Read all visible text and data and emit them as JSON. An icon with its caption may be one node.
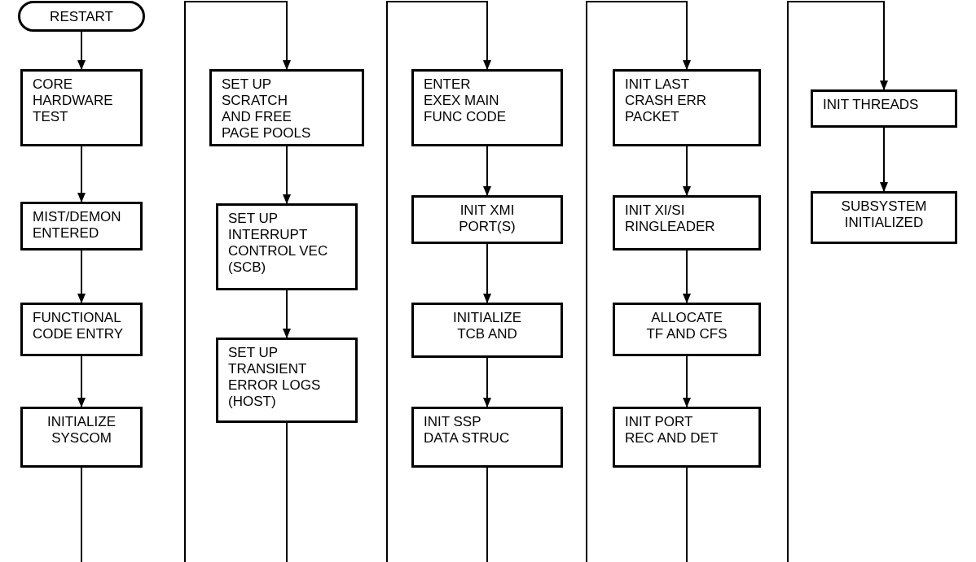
{
  "diagram": {
    "nodes": [
      {
        "text": [
          "RESTART"
        ]
      },
      {
        "text": [
          "CORE HARDWARE TEST"
        ]
      },
      {
        "text": [
          "MIST/DEMON ENTERED"
        ]
      },
      {
        "text": [
          "FUNCTIONAL CODE ENTRY"
        ]
      },
      {
        "text": [
          "INITIALIZE SYSCOM"
        ]
      },
      {
        "text": [
          "SET UP SCRATCH AND FREE PAGE POOLS"
        ]
      },
      {
        "text": [
          "SET UP INTERRUPT CONTROL VEC (SCB)"
        ]
      },
      {
        "text": [
          "SET UP TRANSIENT ERROR LOGS (HOST)"
        ]
      },
      {
        "text": [
          "ENTER EXEX MAIN FUNC CODE"
        ]
      },
      {
        "text": [
          "INIT XMI PORT(S)"
        ]
      },
      {
        "text": [
          "INITIALIZE TCB AND"
        ]
      },
      {
        "text": [
          "INIT SSP DATA STRUC"
        ]
      },
      {
        "text": [
          "INIT LAST CRASH ERR PACKET"
        ]
      },
      {
        "text": [
          "INIT XI/SI RINGLEADER"
        ]
      },
      {
        "text": [
          "ALLOCATE TF AND CFS"
        ]
      },
      {
        "text": [
          "INIT PORT REC AND DET"
        ]
      },
      {
        "text": [
          "INIT THREADS"
        ]
      },
      {
        "text": [
          "SUBSYSTEM INITIALIZED"
        ]
      }
    ],
    "edges": [
      {
        "from": 0,
        "to": 1,
        "arrow": "to"
      },
      {
        "from": 1,
        "to": 2,
        "arrow": "to"
      },
      {
        "from": 2,
        "to": 3,
        "arrow": "to"
      },
      {
        "from": 3,
        "to": 4,
        "arrow": "to"
      },
      {
        "from": 4,
        "to": null,
        "arrow": "none"
      },
      {
        "from": null,
        "to": 5,
        "arrow": "to"
      },
      {
        "from": 5,
        "to": 6,
        "arrow": "to"
      },
      {
        "from": 6,
        "to": 7,
        "arrow": "to"
      },
      {
        "from": 7,
        "to": null,
        "arrow": "none"
      },
      {
        "from": null,
        "to": 8,
        "arrow": "to"
      },
      {
        "from": 8,
        "to": 9,
        "arrow": "to"
      },
      {
        "from": 9,
        "to": 10,
        "arrow": "to"
      },
      {
        "from": 10,
        "to": 11,
        "arrow": "to"
      },
      {
        "from": 11,
        "to": null,
        "arrow": "none"
      },
      {
        "from": null,
        "to": 12,
        "arrow": "to"
      },
      {
        "from": 12,
        "to": 13,
        "arrow": "to"
      },
      {
        "from": 13,
        "to": 14,
        "arrow": "to"
      },
      {
        "from": 14,
        "to": 15,
        "arrow": "to"
      },
      {
        "from": 15,
        "to": null,
        "arrow": "none"
      },
      {
        "from": null,
        "to": 16,
        "arrow": "to"
      },
      {
        "from": 16,
        "to": 17,
        "arrow": "to"
      }
    ]
  }
}
